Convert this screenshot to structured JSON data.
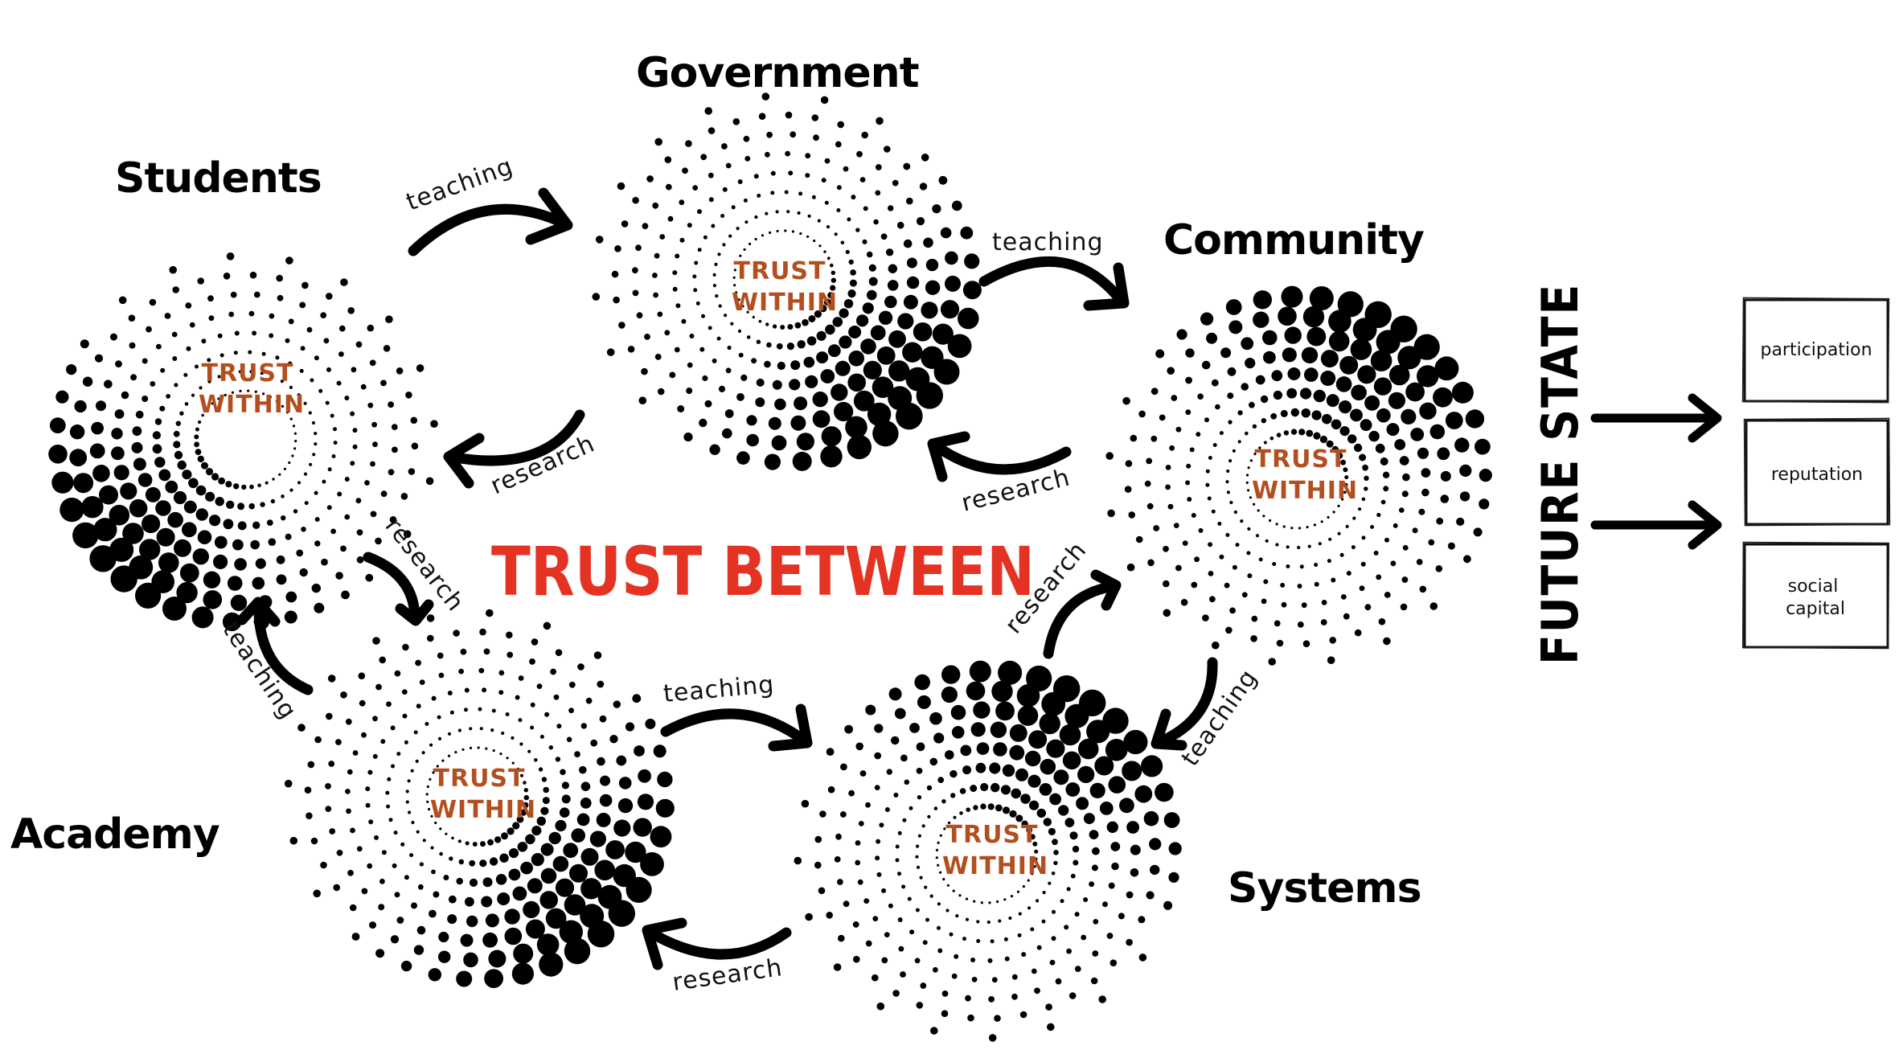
{
  "title": "TRUST BETWEEN",
  "clusters": [
    {
      "id": "students",
      "label": "Students",
      "inner_text": [
        "TRUST",
        "WITHIN"
      ],
      "emphasis_direction": "bottom-left"
    },
    {
      "id": "government",
      "label": "Government",
      "inner_text": [
        "TRUST",
        "WITHIN"
      ],
      "emphasis_direction": "bottom-right"
    },
    {
      "id": "community",
      "label": "Community",
      "inner_text": [
        "TRUST",
        "WITHIN"
      ],
      "emphasis_direction": "top-right"
    },
    {
      "id": "academy",
      "label": "Academy",
      "inner_text": [
        "TRUST",
        "WITHIN"
      ],
      "emphasis_direction": "bottom-right"
    },
    {
      "id": "systems",
      "label": "Systems",
      "inner_text": [
        "TRUST",
        "WITHIN"
      ],
      "emphasis_direction": "top-right"
    }
  ],
  "flows": [
    {
      "from": "Students",
      "to": "Government",
      "label": "teaching"
    },
    {
      "from": "Government",
      "to": "Students",
      "label": "research"
    },
    {
      "from": "Government",
      "to": "Community",
      "label": "teaching"
    },
    {
      "from": "Community",
      "to": "Government",
      "label": "research"
    },
    {
      "from": "Students",
      "to": "Academy",
      "label": "research"
    },
    {
      "from": "Academy",
      "to": "Students",
      "label": "teaching"
    },
    {
      "from": "Academy",
      "to": "Systems",
      "label": "teaching"
    },
    {
      "from": "Systems",
      "to": "Academy",
      "label": "research"
    },
    {
      "from": "Systems",
      "to": "Community",
      "label": "research"
    },
    {
      "from": "Community",
      "to": "Systems",
      "label": "teaching"
    }
  ],
  "future_state": {
    "label": "FUTURE STATE",
    "outcomes": [
      {
        "lines": [
          "participation"
        ]
      },
      {
        "lines": [
          "reputation"
        ]
      },
      {
        "lines": [
          "social",
          "capital"
        ]
      }
    ]
  },
  "colors": {
    "trust_between": "#e53323",
    "trust_within": "#b34f1f",
    "ink": "#000000"
  }
}
